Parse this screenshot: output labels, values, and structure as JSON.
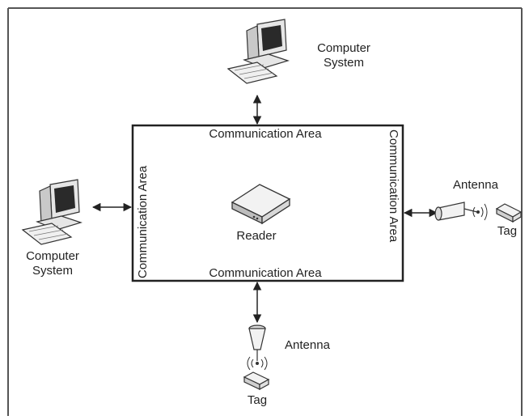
{
  "nodes": {
    "computer_top": "Computer\nSystem",
    "computer_left": "Computer\nSystem",
    "reader": "Reader",
    "antenna_right": "Antenna",
    "tag_right": "Tag",
    "antenna_bottom": "Antenna",
    "tag_bottom": "Tag"
  },
  "area_labels": {
    "top": "Communication Area",
    "bottom": "Communication Area",
    "left": "Communication Area",
    "right": "Communication Area"
  }
}
